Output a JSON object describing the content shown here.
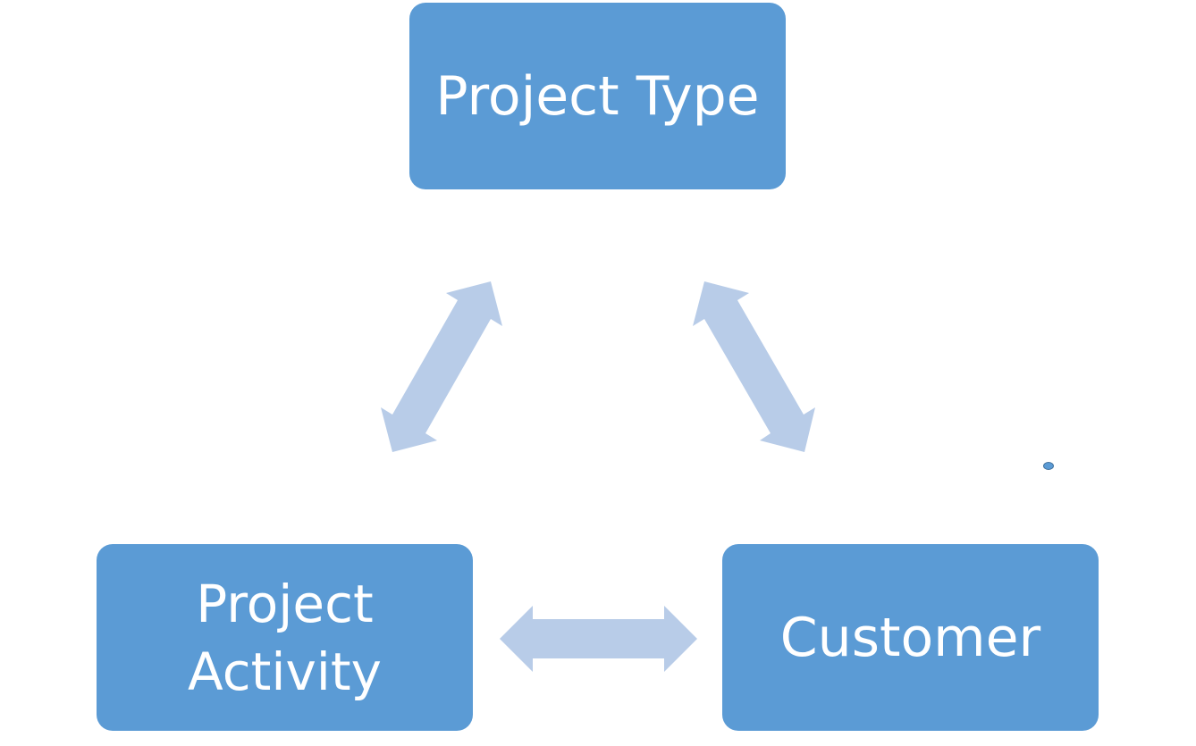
{
  "diagram": {
    "nodes": {
      "top": {
        "label": "Project Type"
      },
      "left": {
        "label": "Project\nActivity"
      },
      "right": {
        "label": "Customer"
      }
    },
    "connectors": [
      {
        "from": "top",
        "to": "left",
        "type": "bidirectional"
      },
      {
        "from": "top",
        "to": "right",
        "type": "bidirectional"
      },
      {
        "from": "left",
        "to": "right",
        "type": "bidirectional"
      }
    ]
  },
  "colors": {
    "node_fill": "#5b9bd5",
    "node_text": "#ffffff",
    "arrow_fill": "#b8cce8",
    "dot_fill": "#5b9bd5",
    "background": "#ffffff"
  }
}
